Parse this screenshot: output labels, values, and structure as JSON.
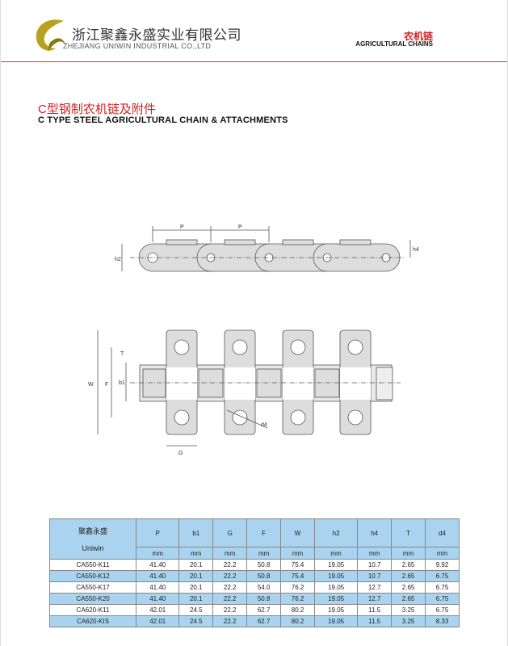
{
  "header": {
    "company_cn": "浙江聚鑫永盛实业有限公司",
    "company_en": "ZHEJIANG UNIWIN INDUSTRIAL CO.,LTD",
    "category_cn": "农机链",
    "category_en": "AGRICULTURAL CHAINS"
  },
  "title": {
    "cn": "C型钢制农机链及附件",
    "en": "C TYPE STEEL AGRICULTURAL CHAIN & ATTACHMENTS"
  },
  "drawing_labels": {
    "P": "P",
    "h2": "h2",
    "h4": "h4",
    "W": "W",
    "F": "F",
    "T": "T",
    "b1": "b1",
    "d4": "d4",
    "G": "G"
  },
  "table": {
    "brand_cn": "聚鑫永盛",
    "brand_en": "Uniwin",
    "headers": [
      "P",
      "b1",
      "G",
      "F",
      "W",
      "h2",
      "h4",
      "T",
      "d4"
    ],
    "units": [
      "mm",
      "mm",
      "mm",
      "mm",
      "mm",
      "mm",
      "mm",
      "mm",
      "mm"
    ],
    "rows": [
      [
        "CA550-K11",
        "41.40",
        "20.1",
        "22.2",
        "50.8",
        "75.4",
        "19.05",
        "10.7",
        "2.65",
        "9.92"
      ],
      [
        "CA550-K12",
        "41.40",
        "20.1",
        "22.2",
        "50.8",
        "75.4",
        "19.05",
        "10.7",
        "2.65",
        "6.75"
      ],
      [
        "CA550-K17",
        "41.40",
        "20.1",
        "22.2",
        "54.0",
        "76.2",
        "19.05",
        "12.7",
        "2.65",
        "6.75"
      ],
      [
        "CA550-K20",
        "41.40",
        "20.1",
        "22.2",
        "50.8",
        "76.2",
        "19.05",
        "12.7",
        "2.65",
        "6.75"
      ],
      [
        "CA620-K11",
        "42.01",
        "24.5",
        "22.2",
        "62.7",
        "80.2",
        "19.05",
        "11.5",
        "3.25",
        "6.75"
      ],
      [
        "CA620-KIS",
        "42.01",
        "24.5",
        "22.2",
        "62.7",
        "80.2",
        "19.05",
        "11.5",
        "3.25",
        "8.33"
      ]
    ]
  },
  "colors": {
    "accent_red": "#d02020",
    "table_blue": "#a9d3ee",
    "logo_gold": "#b8a020"
  }
}
